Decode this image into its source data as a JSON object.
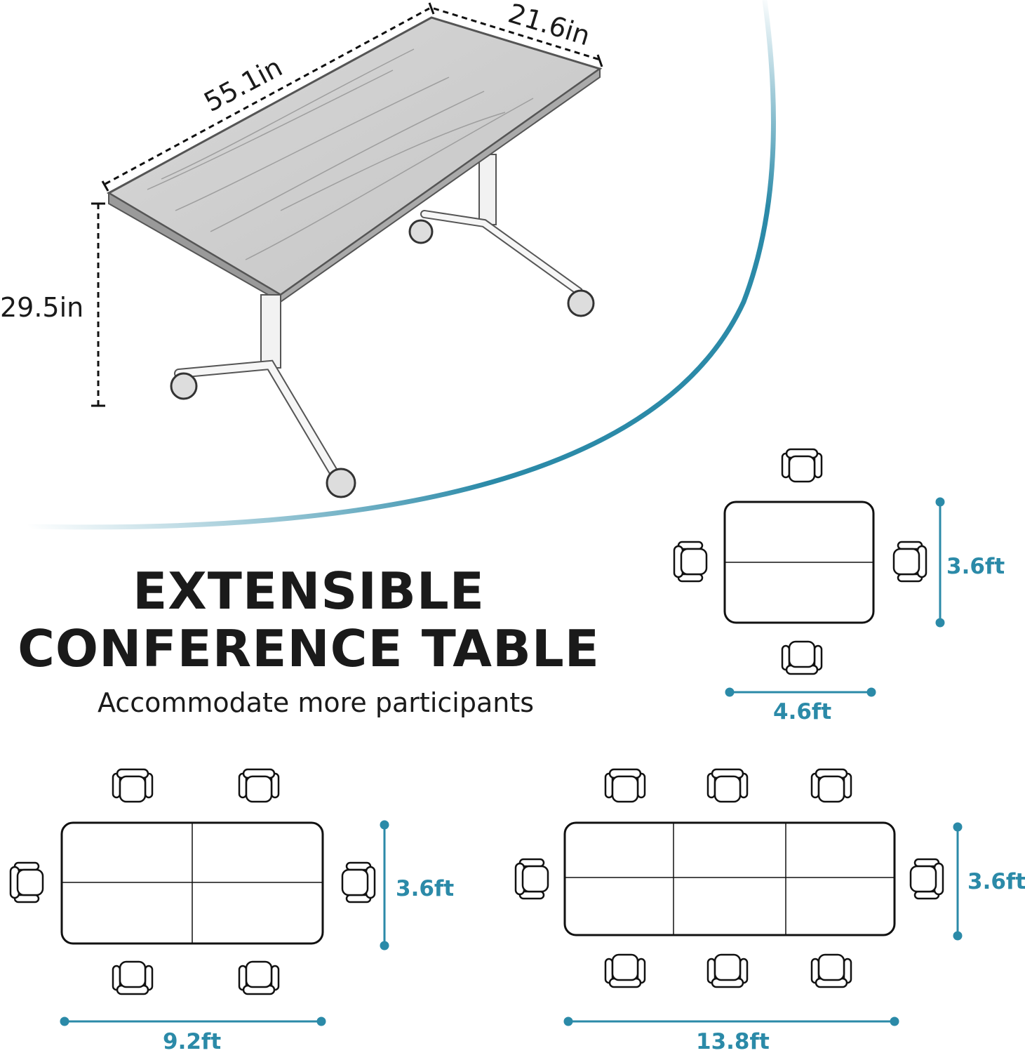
{
  "product_dimensions": {
    "length": "55.1in",
    "width": "21.6in",
    "height": "29.5in"
  },
  "headline": {
    "line1": "EXTENSIBLE",
    "line2": "CONFERENCE TABLE",
    "subtitle": "Accommodate more participants"
  },
  "layouts": [
    {
      "width": "4.6ft",
      "depth": "3.6ft",
      "tables": 1,
      "seats": 4
    },
    {
      "width": "9.2ft",
      "depth": "3.6ft",
      "tables": 2,
      "seats": 6
    },
    {
      "width": "13.8ft",
      "depth": "3.6ft",
      "tables": 3,
      "seats": 8
    }
  ],
  "colors": {
    "accent": "#2b8aa8",
    "ink": "#1a1a1a"
  }
}
